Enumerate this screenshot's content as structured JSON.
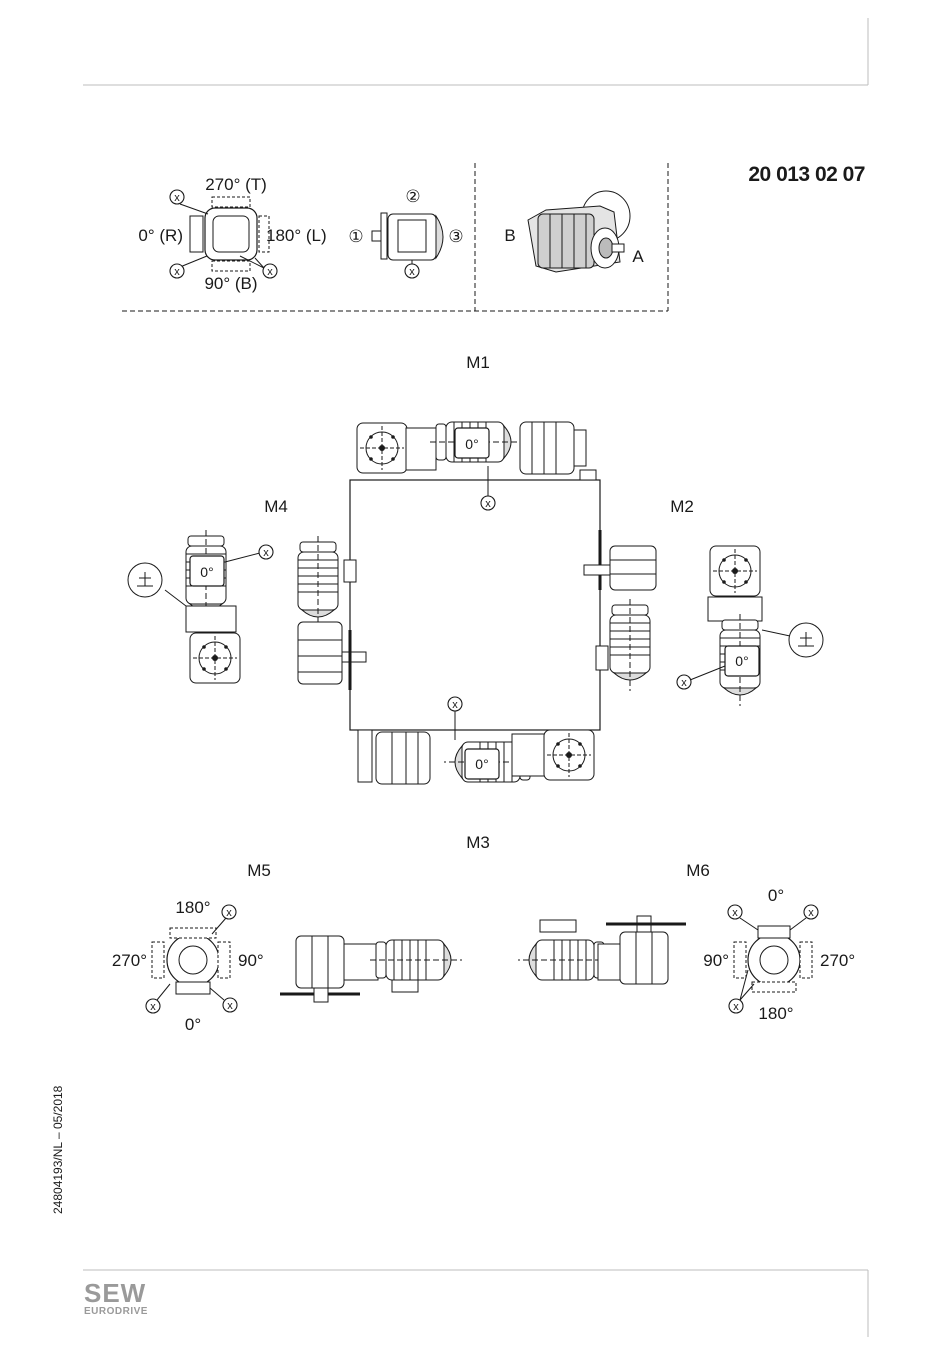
{
  "header": {
    "document_code": "20 013 02 07"
  },
  "legend": {
    "terminal_box": {
      "top": "270° (T)",
      "left": "0° (R)",
      "right": "180° (L)",
      "bottom": "90° (B)"
    },
    "cable_entry": {
      "one": "①",
      "two": "②",
      "three": "③"
    },
    "shaft_position": {
      "b": "B",
      "a": "A"
    },
    "marker": "x"
  },
  "mounting_positions": {
    "m1": "M1",
    "m2": "M2",
    "m3": "M3",
    "m4": "M4",
    "m5": "M5",
    "m6": "M6"
  },
  "motor_box_label": "0°",
  "m5_angles": {
    "top": "180°",
    "left": "270°",
    "right": "90°",
    "bottom": "0°"
  },
  "m6_angles": {
    "top": "0°",
    "left": "90°",
    "right": "270°",
    "bottom": "180°"
  },
  "footer": {
    "side_reference": "24804193/NL – 05/2018",
    "logo": "SEW",
    "logo_sub": "EURODRIVE"
  }
}
